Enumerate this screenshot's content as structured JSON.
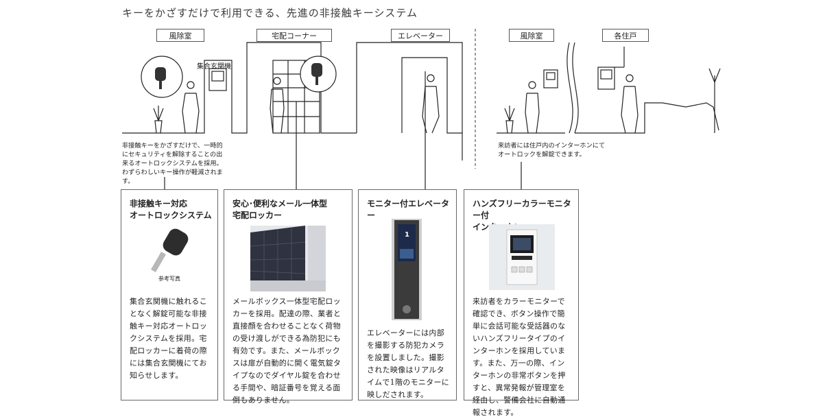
{
  "headline": "キーをかざすだけで利用できる、先進の非接触キーシステム",
  "zones": {
    "z1": "風除室",
    "z2": "宅配コーナー",
    "z3": "エレベーター",
    "z4": "風除室",
    "z5": "各住戸"
  },
  "labels": {
    "panel": "集合玄関機"
  },
  "notes": {
    "left": "非接触キーをかざすだけで、一時的にセキュリティを解除することの出来るオートロックシステムを採用。わずらわしいキー操作が軽減されます。",
    "right": "来訪者には住戸内のインターホンにてオートロックを解錠できます。"
  },
  "cards": [
    {
      "title": "非接触キー対応\nオートロックシステム",
      "caption": "参考写真",
      "body": "集合玄関機に触れることなく解錠可能な非接触キー対応オートロックシステムを採用。宅配ロッカーに着荷の際には集合玄関機にてお知らせします。"
    },
    {
      "title": "安心･便利なメール一体型\n宅配ロッカー",
      "body": "メールボックス一体型宅配ロッカーを採用。配達の際、業者と直接顔を合わせることなく荷物の受け渡しができる為防犯にも有効です。また、メールボックスは扉が自動的に開く電気錠タイプなのでダイヤル錠を合わせる手間や、暗証番号を覚える面倒もありません。"
    },
    {
      "title": "モニター付エレベーター",
      "screen_number": "1",
      "body": "エレベーターには内部を撮影する防犯カメラを設置しました。撮影された映像はリアルタイムで1階のモニターに映しだされます。"
    },
    {
      "title": "ハンズフリーカラーモニター付\nインターホン",
      "body": "来訪者をカラーモニターで確認でき、ボタン操作で簡単に会話可能な受話器のないハンズフリータイプのインターホンを採用しています。また、万一の際、インターホンの非常ボタンを押すと、異常発報が管理室を経由し、警備会社に自動通報されます。"
    }
  ],
  "colors": {
    "line": "#222222",
    "headline": "#3c3c3c",
    "locker": "#2f3340",
    "elevator": "#3b3b3b"
  }
}
